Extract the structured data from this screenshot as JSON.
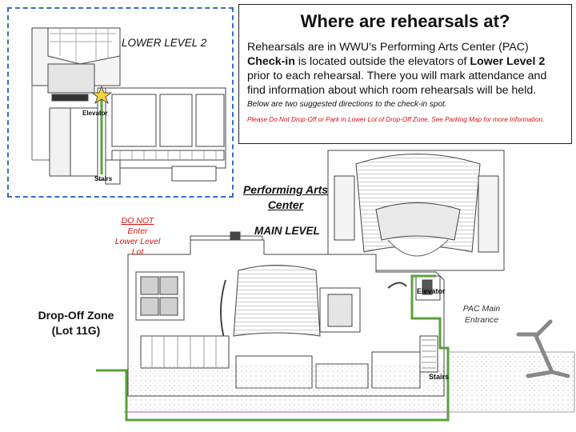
{
  "info": {
    "title": "Where are rehearsals at?",
    "line1": "Rehearsals are in WWU's Performing Arts Center (PAC)",
    "checkin_label": "Check-in",
    "line2a": " is located outside the elevators of ",
    "lower_level_bold": "Lower Level 2",
    "line3": "prior to each rehearsal. There you will mark attendance and find information about which room rehearsals will be held.",
    "note": "Below are two suggested directions to the check-in spot.",
    "warning": "Please Do Not Drop-Off or Park in Lower Lot of Drop-Off Zone. See Parking Map for more Information."
  },
  "map": {
    "lower_level_title": "LOWER LEVEL 2",
    "lower_elevator": "Elevator",
    "lower_stairs": "Stairs",
    "building_name_1": "Performing Arts",
    "building_name_2": "Center",
    "main_level": "MAIN LEVEL",
    "no_enter_1": "DO NOT",
    "no_enter_2": " Enter",
    "no_enter_3": "Lower Level",
    "no_enter_4": "Lot",
    "dropoff_1": "Drop-Off Zone",
    "dropoff_2": "(Lot 11G)",
    "main_elevator": "Elevator",
    "main_stairs": "Stairs",
    "pac_entrance_1": "PAC Main",
    "pac_entrance_2": "Entrance"
  },
  "colors": {
    "route": "#5aa03c",
    "inset_border": "#2f6fd6",
    "warning": "#dd1111",
    "star": "#f5d33a"
  }
}
